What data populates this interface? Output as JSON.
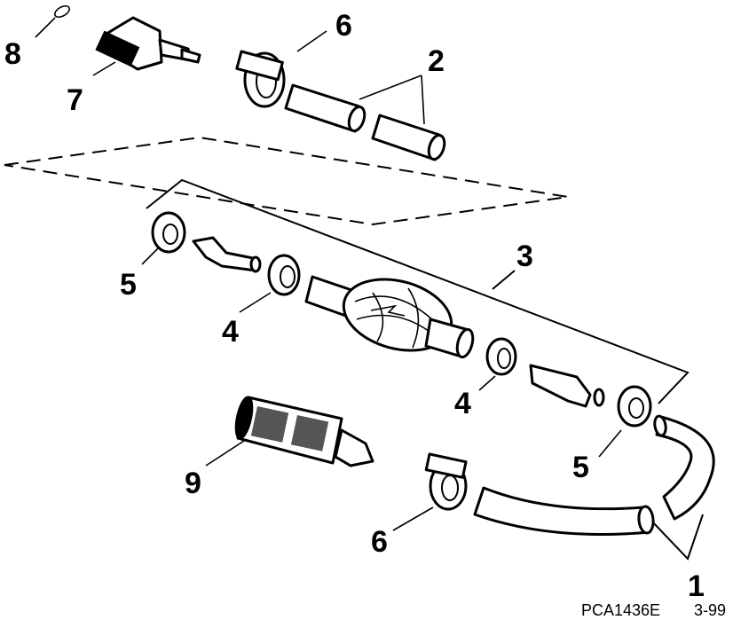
{
  "callouts": {
    "c1": "1",
    "c2": "2",
    "c3": "3",
    "c4a": "4",
    "c4b": "4",
    "c5a": "5",
    "c5b": "5",
    "c6a": "6",
    "c6b": "6",
    "c7": "7",
    "c8": "8",
    "c9": "9"
  },
  "footer": {
    "code": "PCA1436E",
    "date": "3-99"
  }
}
